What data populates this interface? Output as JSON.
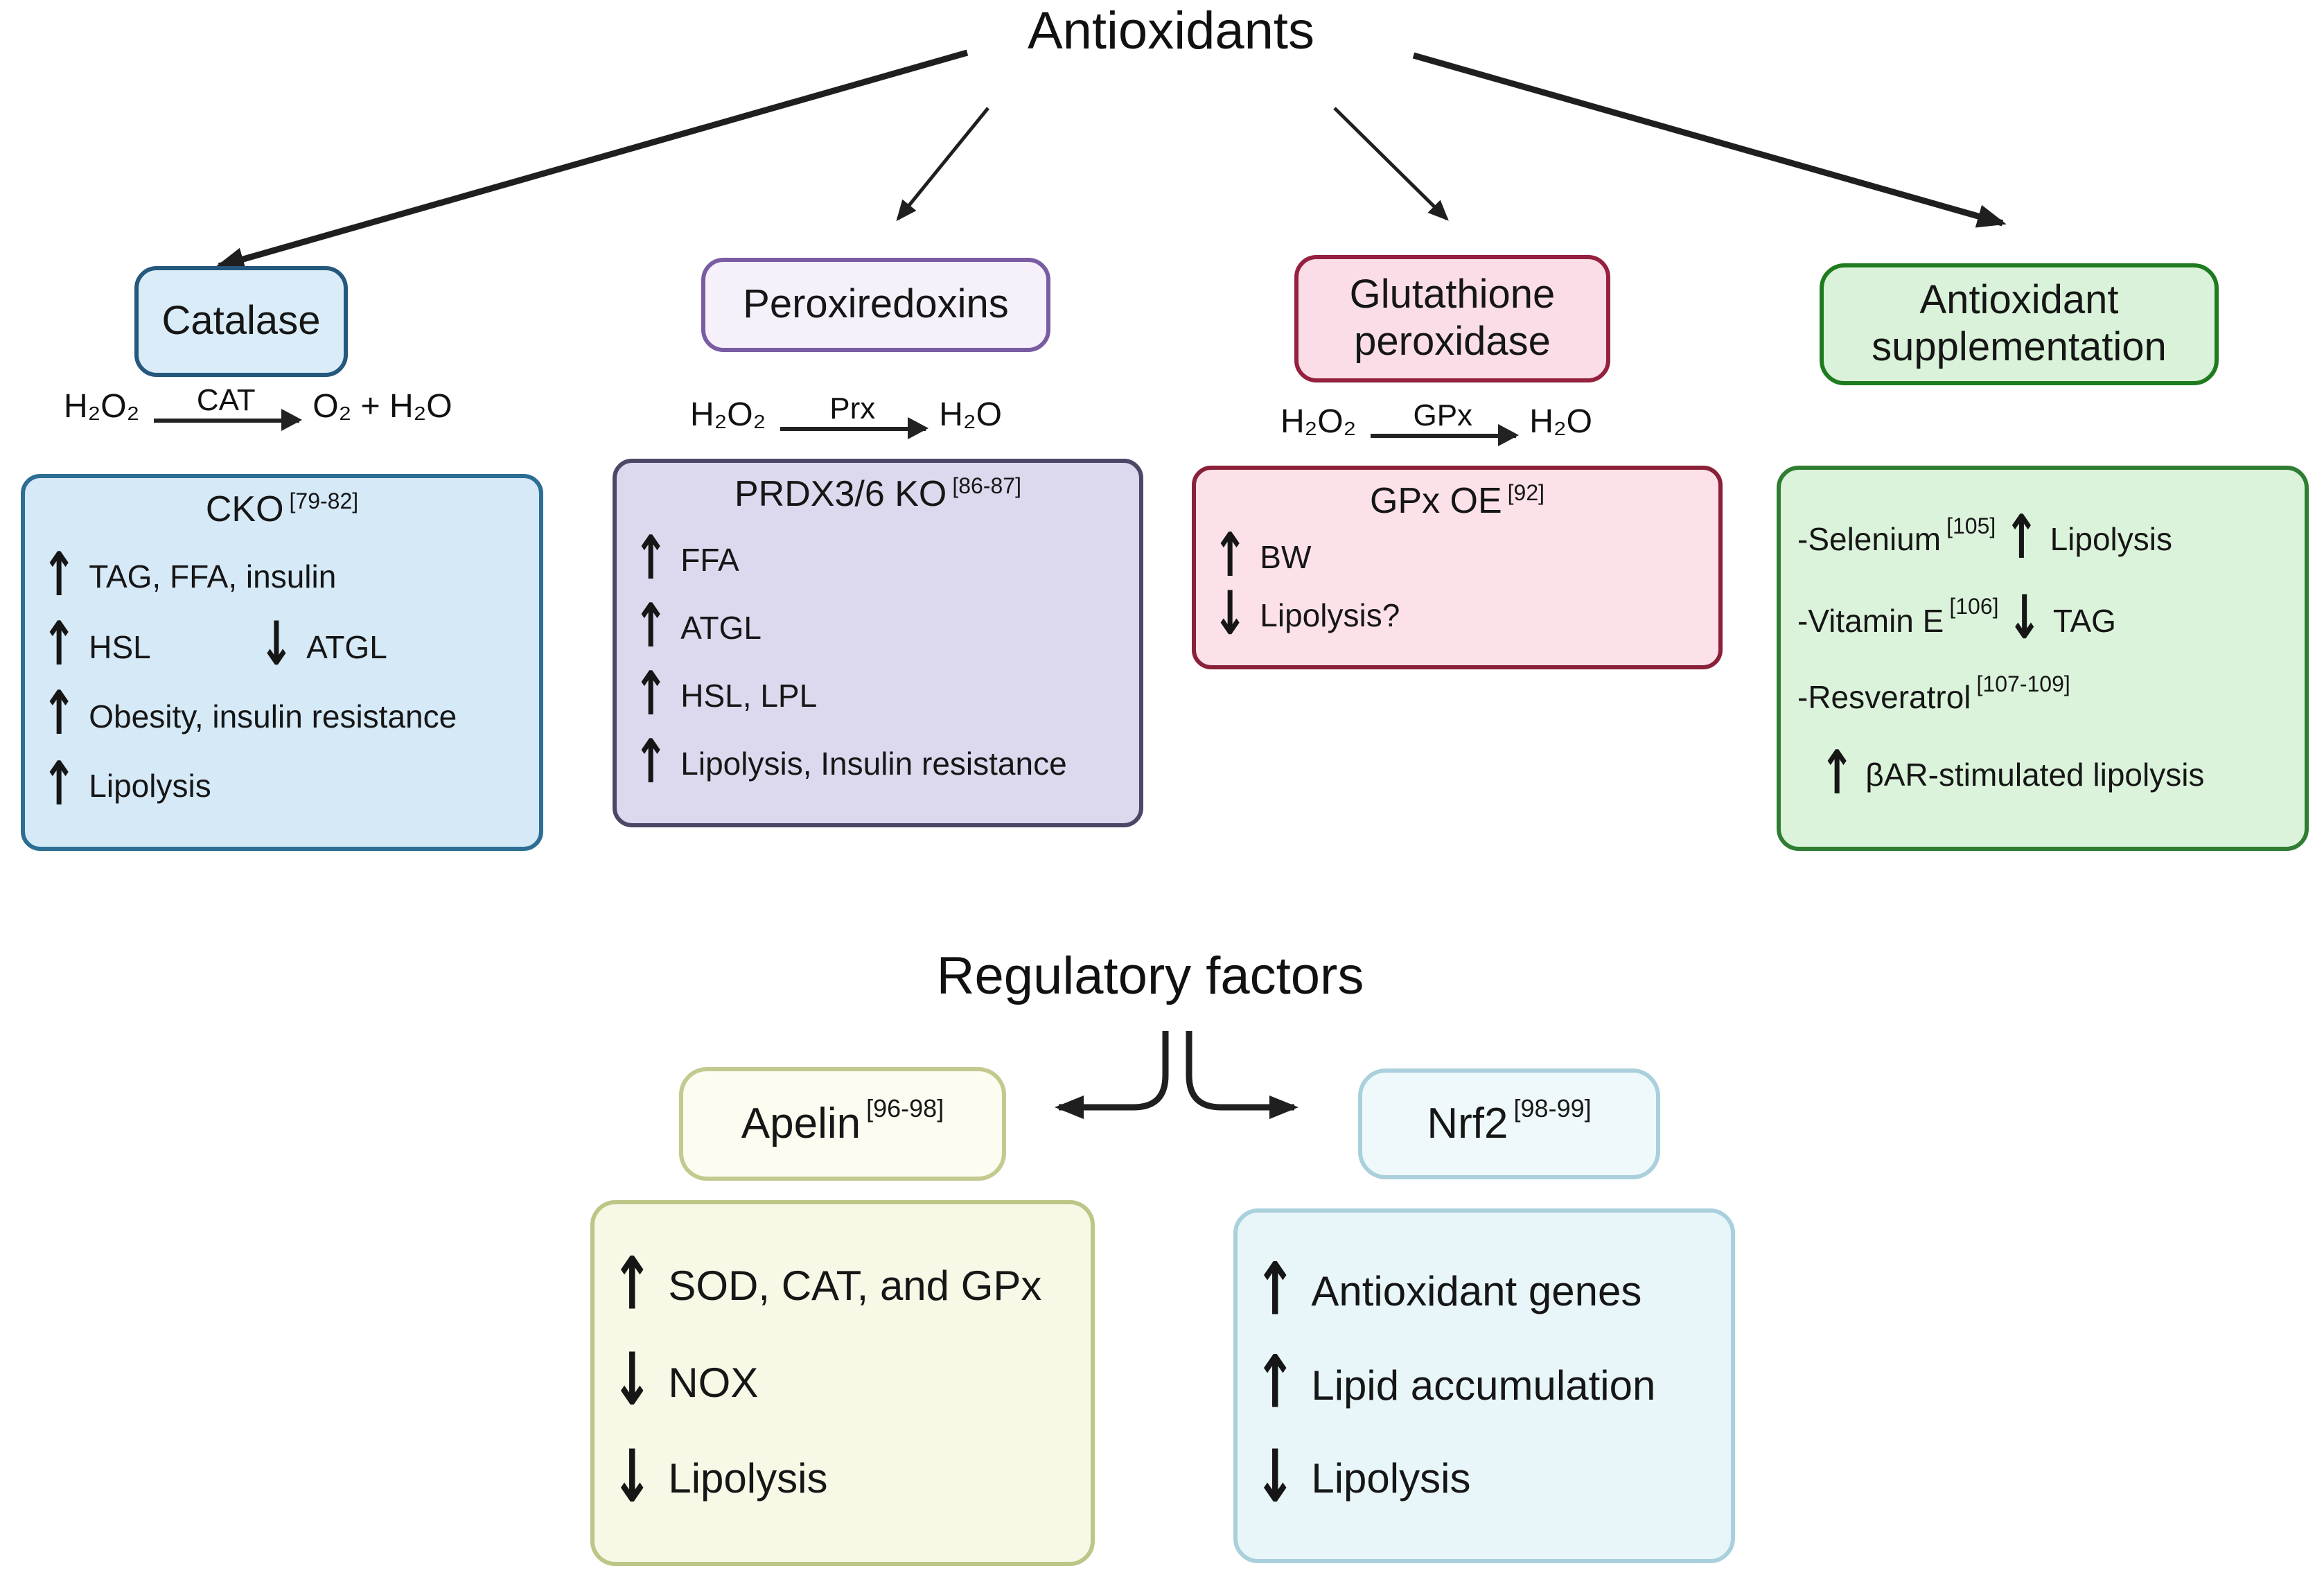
{
  "title": "Antioxidants",
  "columns": [
    {
      "label": "Catalase",
      "reaction": {
        "substrate": "H₂O₂",
        "enzyme": "CAT",
        "product": "O₂ + H₂O"
      },
      "box": {
        "title": "CKO",
        "ref": "[79-82]",
        "rows": [
          {
            "a1": "↑",
            "t1": "TAG, FFA, insulin"
          },
          {
            "a1": "↑",
            "t1": "HSL",
            "a2": "↓",
            "t2": "ATGL"
          },
          {
            "a1": "↑",
            "t1": "Obesity, insulin resistance"
          },
          {
            "a1": "↑",
            "t1": "Lipolysis"
          }
        ]
      }
    },
    {
      "label": "Peroxiredoxins",
      "reaction": {
        "substrate": "H₂O₂",
        "enzyme": "Prx",
        "product": "H₂O"
      },
      "box": {
        "title": "PRDX3/6 KO",
        "ref": "[86-87]",
        "rows": [
          {
            "a1": "↑",
            "t1": "FFA"
          },
          {
            "a1": "↑",
            "t1": "ATGL"
          },
          {
            "a1": "↑",
            "t1": "HSL, LPL"
          },
          {
            "a1": "↑",
            "t1": "Lipolysis, Insulin resistance"
          }
        ]
      }
    },
    {
      "label": "Glutathione peroxidase",
      "reaction": {
        "substrate": "H₂O₂",
        "enzyme": "GPx",
        "product": "H₂O"
      },
      "box": {
        "title": "GPx OE",
        "ref": "[92]",
        "rows": [
          {
            "a1": "↑",
            "t1": "BW"
          },
          {
            "a1": "↓",
            "t1": "Lipolysis?"
          }
        ]
      }
    },
    {
      "label": "Antioxidant supplementation",
      "box": {
        "items": [
          {
            "name": "-Selenium",
            "ref": "[105]",
            "arrow": "↑",
            "effect": "Lipolysis"
          },
          {
            "name": "-Vitamin E",
            "ref": "[106]",
            "arrow": "↓",
            "effect": "TAG"
          },
          {
            "name": "-Resveratrol",
            "ref": "[107-109]"
          },
          {
            "arrow": "↑",
            "effect": "βAR-stimulated lipolysis"
          }
        ]
      }
    }
  ],
  "regulatory": {
    "title": "Regulatory factors",
    "apelin": {
      "label": "Apelin",
      "ref": "[96-98]",
      "items": [
        {
          "arrow": "↑",
          "text": "SOD, CAT, and GPx"
        },
        {
          "arrow": "↓",
          "text": "NOX"
        },
        {
          "arrow": "↓",
          "text": "Lipolysis"
        }
      ]
    },
    "nrf2": {
      "label": "Nrf2",
      "ref": "[98-99]",
      "items": [
        {
          "arrow": "↑",
          "text": "Antioxidant genes"
        },
        {
          "arrow": "↑",
          "text": "Lipid accumulation"
        },
        {
          "arrow": "↓",
          "text": "Lipolysis"
        }
      ]
    }
  },
  "colors": {
    "catalase_pill_fill": "#d9ecf8",
    "catalase_pill_border": "#25587c",
    "cko_box_fill": "#d5e9f7",
    "cko_box_border": "#2c6e94",
    "peroxiredoxin_pill_fill": "#f5f0fa",
    "peroxiredoxin_pill_border": "#7a5ca3",
    "prdx_box_fill": "#dcd9ee",
    "prdx_box_border": "#4c4766",
    "gpx_pill_fill": "#fadde6",
    "gpx_pill_border": "#95203f",
    "gpx_box_fill": "#fce1e9",
    "gpx_box_border": "#8a2138",
    "supplement_fill": "#d9f2d9",
    "supplement_border": "#1e7b1e",
    "green_box_fill": "#dbf3db",
    "green_box_border": "#2f7d32",
    "apelin_pill_fill": "#fcfcf0",
    "apelin_pill_border": "#c3c98f",
    "apelin_box_fill": "#f7f8e6",
    "apelin_box_border": "#bdc687",
    "nrf2_fill": "#e8f6fa",
    "nrf2_border": "#a9d0dc",
    "arrow_color": "#1f1f1f"
  }
}
